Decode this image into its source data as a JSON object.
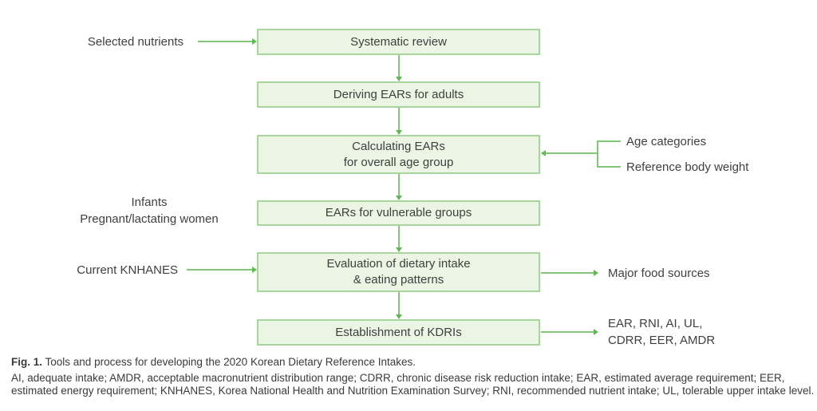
{
  "colors": {
    "box_fill": "#eaf5e4",
    "box_border": "#a7d59b",
    "arrow_line": "#82c878",
    "arrow_head": "#5eb953",
    "text": "#3f4040"
  },
  "boxes": [
    {
      "lines": [
        "Systematic review"
      ]
    },
    {
      "lines": [
        "Deriving EARs for adults"
      ]
    },
    {
      "lines": [
        "Calculating EARs",
        "for overall age group"
      ]
    },
    {
      "lines": [
        "EARs for vulnerable groups"
      ]
    },
    {
      "lines": [
        "Evaluation of dietary intake",
        "& eating patterns"
      ]
    },
    {
      "lines": [
        "Establishment of KDRIs"
      ]
    }
  ],
  "inputs": {
    "selected_nutrients": "Selected nutrients",
    "infants": "Infants",
    "pregnant_lactating": "Pregnant/lactating women",
    "current_knhanes": "Current KNHANES",
    "age_categories": "Age categories",
    "reference_body_weight": "Reference body weight"
  },
  "outputs": {
    "major_food_sources": "Major food sources",
    "kdri_values_line1": "EAR, RNI, AI, UL,",
    "kdri_values_line2": "CDRR, EER, AMDR"
  },
  "caption": {
    "fig_label": "Fig. 1.",
    "title": " Tools and process for developing the 2020 Korean Dietary Reference Intakes.",
    "abbrev_line1": "AI, adequate intake; AMDR, acceptable macronutrient distribution range; CDRR, chronic disease risk reduction intake; EAR, estimated average requirement; EER,",
    "abbrev_line2": "estimated energy requirement; KNHANES, Korea National Health and Nutrition Examination Survey; RNI, recommended nutrient intake; UL, tolerable upper intake level."
  }
}
